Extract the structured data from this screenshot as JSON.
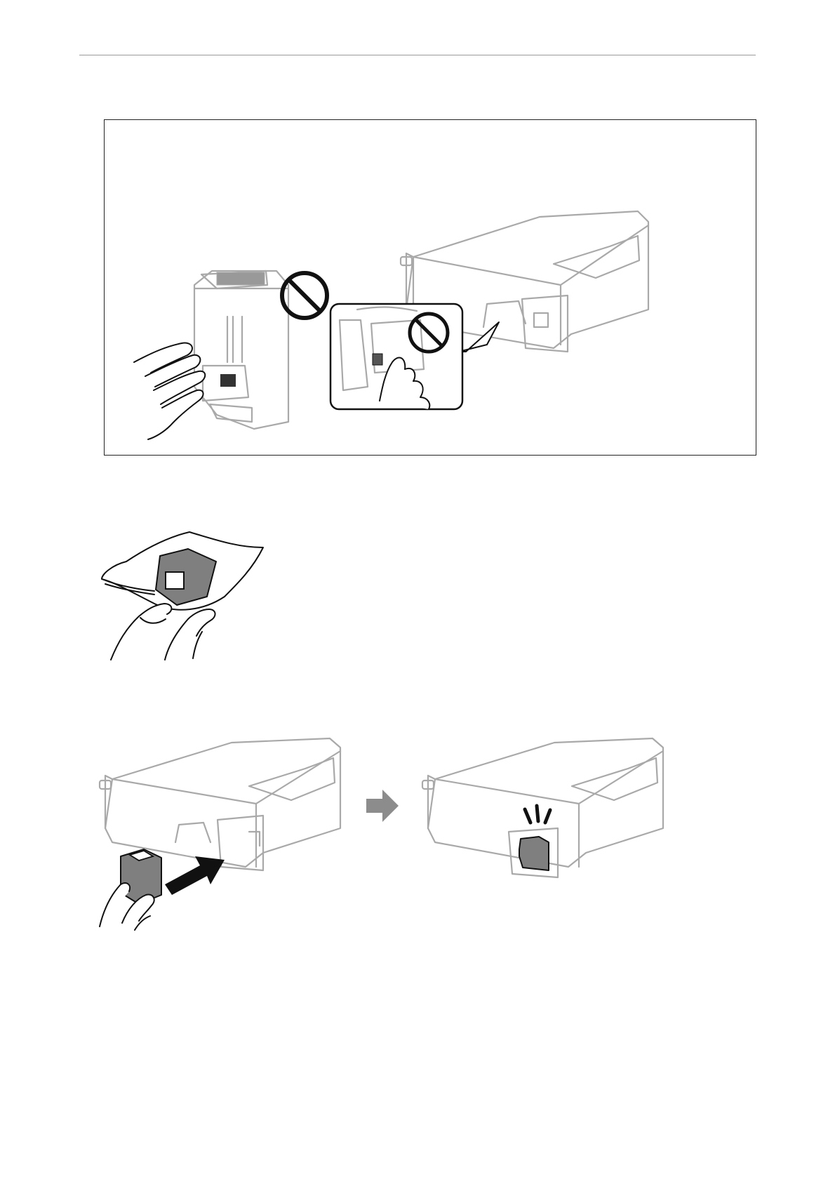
{
  "page": {
    "background": "#ffffff",
    "rule_color": "#9a9a9a"
  },
  "figures": [
    {
      "name": "warning-do-not-touch",
      "icons": [
        "prohibition-icon",
        "prohibition-icon"
      ]
    },
    {
      "name": "unpack-maintenance-box"
    },
    {
      "name": "insert-maintenance-box",
      "icons": [
        "grey-arrow-icon",
        "black-arrow-icon",
        "click-marks-icon"
      ]
    }
  ],
  "colors": {
    "printer_outline": "#a9a9a9",
    "maintenance_box": "#7f7f7f",
    "arrow_grey": "#8c8c8c",
    "arrow_black": "#111111"
  }
}
